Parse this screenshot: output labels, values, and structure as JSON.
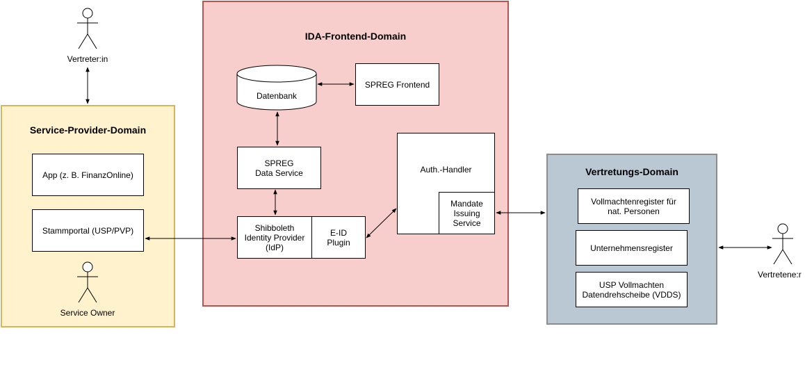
{
  "domains": {
    "service_provider": {
      "title": "Service-Provider-Domain",
      "boxes": {
        "app": "App (z. B. FinanzOnline)",
        "stammportal": "Stammportal (USP/PVP)"
      },
      "actor": "Service Owner"
    },
    "ida_frontend": {
      "title": "IDA-Frontend-Domain",
      "datenbank": "Datenbank",
      "spreg_frontend": "SPREG Frontend",
      "spreg_data_service": [
        "SPREG",
        "Data Service"
      ],
      "shibboleth": [
        "Shibboleth",
        "Identity Provider",
        "(IdP)"
      ],
      "eid_plugin": [
        "E-ID",
        "Plugin"
      ],
      "auth_handler": "Auth.-Handler",
      "mandate_issuing": [
        "Mandate",
        "Issuing",
        "Service"
      ]
    },
    "vertretung": {
      "title": "Vertretungs-Domain",
      "vollmachtenregister": [
        "Vollmachtenregister für",
        "nat. Personen"
      ],
      "unternehmensregister": "Unternehmensregister",
      "usp_vdds": [
        "USP Vollmachten",
        "Datendrehscheibe (VDDS)"
      ]
    }
  },
  "actors": {
    "vertreter": "Vertreter:in",
    "vertretene": "Vertretene:r"
  },
  "colors": {
    "service_provider_fill": "#fff2cc",
    "service_provider_stroke": "#d6b656",
    "ida_fill": "#f8cecc",
    "ida_stroke": "#b85450",
    "vertretung_fill": "#bac8d3",
    "vertretung_stroke": "#8c8c8c"
  }
}
